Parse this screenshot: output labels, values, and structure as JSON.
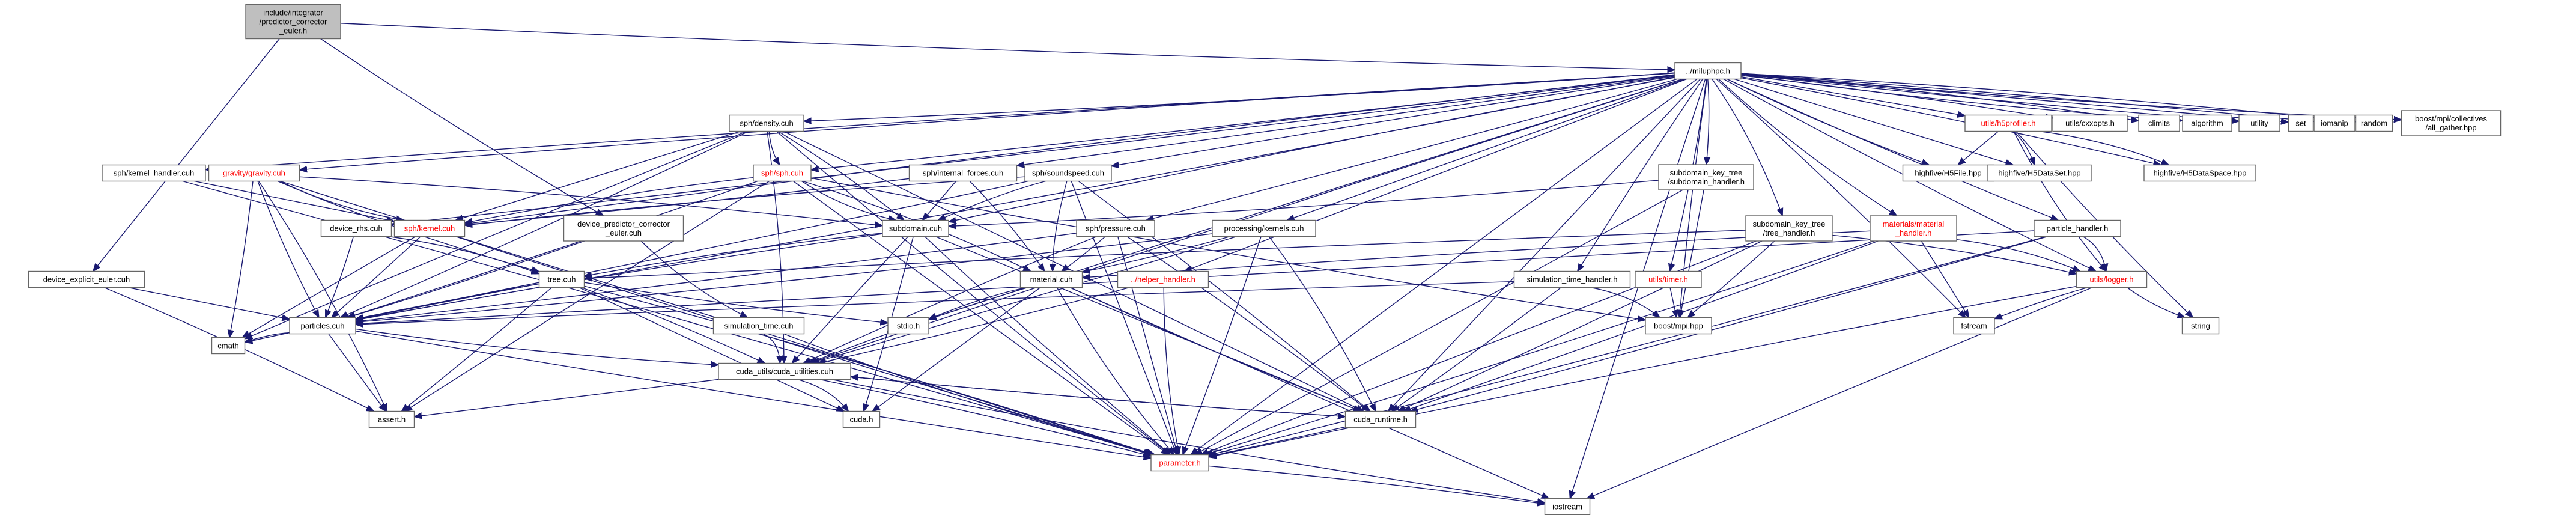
{
  "graph": {
    "colors": {
      "edge": "#191970",
      "node_fill": "#ffffff",
      "node_border": "#666666",
      "root_fill": "#bfbfbf",
      "link_text": "#000000",
      "red_text": "#ff0000"
    },
    "nodes": [
      {
        "id": "root",
        "lines": [
          "include/integrator",
          "/predictor_corrector",
          "_euler.h"
        ],
        "style": "root"
      },
      {
        "id": "miluphpc",
        "lines": [
          "../miluphpc.h"
        ]
      },
      {
        "id": "kernel_handler",
        "lines": [
          "sph/kernel_handler.cuh"
        ]
      },
      {
        "id": "gravity",
        "lines": [
          "gravity/gravity.cuh"
        ],
        "style": "red"
      },
      {
        "id": "density",
        "lines": [
          "sph/density.cuh"
        ]
      },
      {
        "id": "sph",
        "lines": [
          "sph/sph.cuh"
        ],
        "style": "red"
      },
      {
        "id": "internal_forces",
        "lines": [
          "sph/internal_forces.cuh"
        ]
      },
      {
        "id": "soundspeed",
        "lines": [
          "sph/soundspeed.cuh"
        ]
      },
      {
        "id": "sph_kernel",
        "lines": [
          "sph/kernel.cuh"
        ],
        "style": "red"
      },
      {
        "id": "device_rhs",
        "lines": [
          "device_rhs.cuh"
        ]
      },
      {
        "id": "device_pc",
        "lines": [
          "device_predictor_corrector",
          "_euler.cuh"
        ]
      },
      {
        "id": "subdomain",
        "lines": [
          "subdomain.cuh"
        ]
      },
      {
        "id": "pressure",
        "lines": [
          "sph/pressure.cuh"
        ]
      },
      {
        "id": "proc_kernels",
        "lines": [
          "processing/kernels.cuh"
        ]
      },
      {
        "id": "sub_handler",
        "lines": [
          "subdomain_key_tree",
          "/subdomain_handler.h"
        ]
      },
      {
        "id": "tree_handler",
        "lines": [
          "subdomain_key_tree",
          "/tree_handler.h"
        ]
      },
      {
        "id": "material_handler",
        "lines": [
          "materials/material",
          "_handler.h"
        ],
        "style": "red"
      },
      {
        "id": "particle_handler",
        "lines": [
          "particle_handler.h"
        ]
      },
      {
        "id": "h5profiler",
        "lines": [
          "utils/h5profiler.h"
        ],
        "style": "red"
      },
      {
        "id": "cxxopts",
        "lines": [
          "utils/cxxopts.h"
        ]
      },
      {
        "id": "climits",
        "lines": [
          "climits"
        ]
      },
      {
        "id": "algorithm",
        "lines": [
          "algorithm"
        ]
      },
      {
        "id": "utility",
        "lines": [
          "utility"
        ]
      },
      {
        "id": "set",
        "lines": [
          "set"
        ]
      },
      {
        "id": "iomanip",
        "lines": [
          "iomanip"
        ]
      },
      {
        "id": "random",
        "lines": [
          "random"
        ]
      },
      {
        "id": "allgather",
        "lines": [
          "boost/mpi/collectives",
          "/all_gather.hpp"
        ]
      },
      {
        "id": "h5file",
        "lines": [
          "highfive/H5File.hpp"
        ]
      },
      {
        "id": "h5dataset",
        "lines": [
          "highfive/H5DataSet.hpp"
        ]
      },
      {
        "id": "h5dataspace",
        "lines": [
          "highfive/H5DataSpace.hpp"
        ]
      },
      {
        "id": "device_explicit",
        "lines": [
          "device_explicit_euler.cuh"
        ]
      },
      {
        "id": "tree",
        "lines": [
          "tree.cuh"
        ]
      },
      {
        "id": "material",
        "lines": [
          "material.cuh"
        ]
      },
      {
        "id": "helper",
        "lines": [
          "../helper_handler.h"
        ],
        "style": "red"
      },
      {
        "id": "timer",
        "lines": [
          "utils/timer.h"
        ],
        "style": "red"
      },
      {
        "id": "sim_time_handler",
        "lines": [
          "simulation_time_handler.h"
        ]
      },
      {
        "id": "logger",
        "lines": [
          "utils/logger.h"
        ],
        "style": "red"
      },
      {
        "id": "particles",
        "lines": [
          "particles.cuh"
        ]
      },
      {
        "id": "sim_time",
        "lines": [
          "simulation_time.cuh"
        ]
      },
      {
        "id": "stdio",
        "lines": [
          "stdio.h"
        ]
      },
      {
        "id": "boost_mpi",
        "lines": [
          "boost/mpi.hpp"
        ]
      },
      {
        "id": "fstream",
        "lines": [
          "fstream"
        ]
      },
      {
        "id": "string",
        "lines": [
          "string"
        ]
      },
      {
        "id": "cmath",
        "lines": [
          "cmath"
        ]
      },
      {
        "id": "cuda_utilities",
        "lines": [
          "cuda_utils/cuda_utilities.cuh"
        ]
      },
      {
        "id": "assert",
        "lines": [
          "assert.h"
        ]
      },
      {
        "id": "cuda_h",
        "lines": [
          "cuda.h"
        ]
      },
      {
        "id": "cuda_runtime",
        "lines": [
          "cuda_runtime.h"
        ]
      },
      {
        "id": "parameter",
        "lines": [
          "parameter.h"
        ],
        "style": "red"
      },
      {
        "id": "iostream",
        "lines": [
          "iostream"
        ]
      }
    ],
    "edges": [
      [
        "root",
        "miluphpc"
      ],
      [
        "root",
        "device_pc"
      ],
      [
        "root",
        "device_explicit"
      ],
      [
        "miluphpc",
        "kernel_handler"
      ],
      [
        "miluphpc",
        "gravity"
      ],
      [
        "miluphpc",
        "density"
      ],
      [
        "miluphpc",
        "sph"
      ],
      [
        "miluphpc",
        "internal_forces"
      ],
      [
        "miluphpc",
        "soundspeed"
      ],
      [
        "miluphpc",
        "sph_kernel"
      ],
      [
        "miluphpc",
        "device_rhs"
      ],
      [
        "miluphpc",
        "pressure"
      ],
      [
        "miluphpc",
        "proc_kernels"
      ],
      [
        "miluphpc",
        "sub_handler"
      ],
      [
        "miluphpc",
        "tree_handler"
      ],
      [
        "miluphpc",
        "material_handler"
      ],
      [
        "miluphpc",
        "particle_handler"
      ],
      [
        "miluphpc",
        "h5profiler"
      ],
      [
        "miluphpc",
        "cxxopts"
      ],
      [
        "miluphpc",
        "climits"
      ],
      [
        "miluphpc",
        "algorithm"
      ],
      [
        "miluphpc",
        "utility"
      ],
      [
        "miluphpc",
        "set"
      ],
      [
        "miluphpc",
        "iomanip"
      ],
      [
        "miluphpc",
        "random"
      ],
      [
        "miluphpc",
        "allgather"
      ],
      [
        "miluphpc",
        "h5file"
      ],
      [
        "miluphpc",
        "h5dataset"
      ],
      [
        "miluphpc",
        "h5dataspace"
      ],
      [
        "miluphpc",
        "timer"
      ],
      [
        "miluphpc",
        "sim_time_handler"
      ],
      [
        "miluphpc",
        "logger"
      ],
      [
        "miluphpc",
        "helper"
      ],
      [
        "miluphpc",
        "stdio"
      ],
      [
        "miluphpc",
        "cuda_utilities"
      ],
      [
        "miluphpc",
        "cuda_runtime"
      ],
      [
        "miluphpc",
        "parameter"
      ],
      [
        "miluphpc",
        "iostream"
      ],
      [
        "miluphpc",
        "fstream"
      ],
      [
        "miluphpc",
        "subdomain"
      ],
      [
        "miluphpc",
        "particles"
      ],
      [
        "miluphpc",
        "boost_mpi"
      ],
      [
        "kernel_handler",
        "sph_kernel"
      ],
      [
        "kernel_handler",
        "parameter"
      ],
      [
        "gravity",
        "subdomain"
      ],
      [
        "gravity",
        "sph_kernel"
      ],
      [
        "gravity",
        "particles"
      ],
      [
        "gravity",
        "parameter"
      ],
      [
        "gravity",
        "cmath"
      ],
      [
        "gravity",
        "assert"
      ],
      [
        "gravity",
        "tree"
      ],
      [
        "density",
        "sph"
      ],
      [
        "density",
        "sph_kernel"
      ],
      [
        "density",
        "subdomain"
      ],
      [
        "density",
        "cuda_utilities"
      ],
      [
        "density",
        "particles"
      ],
      [
        "density",
        "parameter"
      ],
      [
        "density",
        "cuda_runtime"
      ],
      [
        "density",
        "cmath"
      ],
      [
        "sph",
        "sph_kernel"
      ],
      [
        "sph",
        "subdomain"
      ],
      [
        "sph",
        "particles"
      ],
      [
        "sph",
        "parameter"
      ],
      [
        "sph",
        "assert"
      ],
      [
        "sph",
        "material"
      ],
      [
        "sph",
        "boost_mpi"
      ],
      [
        "internal_forces",
        "sph_kernel"
      ],
      [
        "internal_forces",
        "subdomain"
      ],
      [
        "internal_forces",
        "material"
      ],
      [
        "soundspeed",
        "subdomain"
      ],
      [
        "soundspeed",
        "material"
      ],
      [
        "soundspeed",
        "particles"
      ],
      [
        "soundspeed",
        "parameter"
      ],
      [
        "soundspeed",
        "cuda_runtime"
      ],
      [
        "soundspeed",
        "sph_kernel"
      ],
      [
        "sph_kernel",
        "particles"
      ],
      [
        "sph_kernel",
        "parameter"
      ],
      [
        "sph_kernel",
        "cmath"
      ],
      [
        "device_rhs",
        "particles"
      ],
      [
        "device_rhs",
        "tree"
      ],
      [
        "device_pc",
        "sim_time"
      ],
      [
        "device_pc",
        "particles"
      ],
      [
        "device_explicit",
        "particles"
      ],
      [
        "device_explicit",
        "assert"
      ],
      [
        "subdomain",
        "tree"
      ],
      [
        "subdomain",
        "cuda_utilities"
      ],
      [
        "subdomain",
        "parameter"
      ],
      [
        "subdomain",
        "cuda_runtime"
      ],
      [
        "subdomain",
        "cuda_h"
      ],
      [
        "subdomain",
        "particles"
      ],
      [
        "pressure",
        "material"
      ],
      [
        "pressure",
        "particles"
      ],
      [
        "pressure",
        "parameter"
      ],
      [
        "pressure",
        "cuda_runtime"
      ],
      [
        "pressure",
        "cuda_utilities"
      ],
      [
        "proc_kernels",
        "particles"
      ],
      [
        "proc_kernels",
        "material"
      ],
      [
        "proc_kernels",
        "cuda_utilities"
      ],
      [
        "proc_kernels",
        "parameter"
      ],
      [
        "proc_kernels",
        "cuda_runtime"
      ],
      [
        "sub_handler",
        "subdomain"
      ],
      [
        "sub_handler",
        "parameter"
      ],
      [
        "sub_handler",
        "boost_mpi"
      ],
      [
        "tree_handler",
        "tree"
      ],
      [
        "tree_handler",
        "logger"
      ],
      [
        "tree_handler",
        "boost_mpi"
      ],
      [
        "tree_handler",
        "cuda_runtime"
      ],
      [
        "tree_handler",
        "parameter"
      ],
      [
        "material_handler",
        "material"
      ],
      [
        "material_handler",
        "logger"
      ],
      [
        "material_handler",
        "parameter"
      ],
      [
        "material_handler",
        "cuda_runtime"
      ],
      [
        "material_handler",
        "fstream"
      ],
      [
        "particle_handler",
        "particles"
      ],
      [
        "particle_handler",
        "logger"
      ],
      [
        "particle_handler",
        "parameter"
      ],
      [
        "particle_handler",
        "cuda_runtime"
      ],
      [
        "h5profiler",
        "h5file"
      ],
      [
        "h5profiler",
        "h5dataset"
      ],
      [
        "h5profiler",
        "h5dataspace"
      ],
      [
        "h5profiler",
        "logger"
      ],
      [
        "h5profiler",
        "string"
      ],
      [
        "tree",
        "particles"
      ],
      [
        "tree",
        "cuda_utilities"
      ],
      [
        "tree",
        "parameter"
      ],
      [
        "tree",
        "assert"
      ],
      [
        "tree",
        "stdio"
      ],
      [
        "tree",
        "cuda_h"
      ],
      [
        "tree",
        "cmath"
      ],
      [
        "material",
        "cuda_utilities"
      ],
      [
        "material",
        "parameter"
      ],
      [
        "material",
        "cuda_runtime"
      ],
      [
        "material",
        "iostream"
      ],
      [
        "material",
        "cuda_h"
      ],
      [
        "material",
        "stdio"
      ],
      [
        "helper",
        "parameter"
      ],
      [
        "helper",
        "cuda_utilities"
      ],
      [
        "timer",
        "boost_mpi"
      ],
      [
        "sim_time_handler",
        "particles"
      ],
      [
        "sim_time_handler",
        "boost_mpi"
      ],
      [
        "sim_time_handler",
        "cuda_runtime"
      ],
      [
        "logger",
        "string"
      ],
      [
        "logger",
        "iostream"
      ],
      [
        "logger",
        "fstream"
      ],
      [
        "logger",
        "parameter"
      ],
      [
        "particles",
        "cuda_utilities"
      ],
      [
        "particles",
        "parameter"
      ],
      [
        "particles",
        "assert"
      ],
      [
        "particles",
        "cmath"
      ],
      [
        "sim_time",
        "cuda_utilities"
      ],
      [
        "sim_time",
        "parameter"
      ],
      [
        "cuda_utilities",
        "cuda_runtime"
      ],
      [
        "cuda_utilities",
        "assert"
      ],
      [
        "cuda_utilities",
        "parameter"
      ],
      [
        "cuda_utilities",
        "cuda_h"
      ],
      [
        "cuda_utilities",
        "iostream"
      ],
      [
        "cuda_runtime",
        "cuda_utilities"
      ],
      [
        "cuda_runtime",
        "parameter"
      ],
      [
        "parameter",
        "iostream"
      ]
    ]
  }
}
